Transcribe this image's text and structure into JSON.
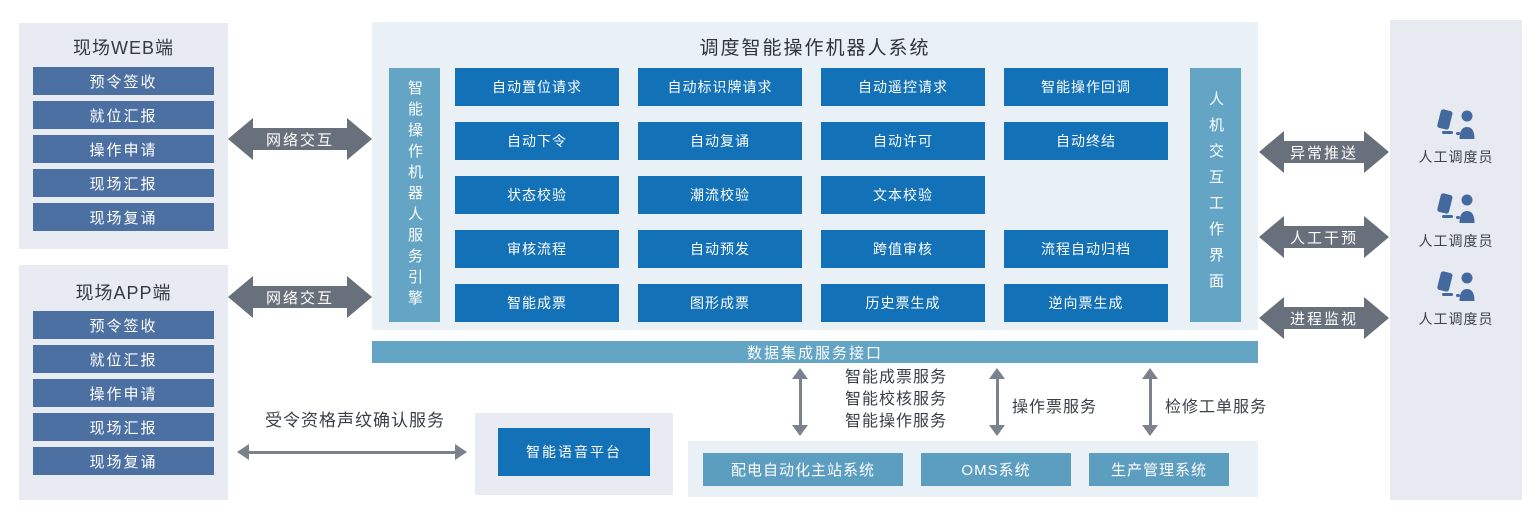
{
  "colors": {
    "primary_blue": "#1271b7",
    "light_blue_bar": "#64a4c5",
    "medium_blue_box": "#5c9ec0",
    "slate_blue_item": "#4d70a3",
    "arrow_gray": "#68707b",
    "panel_bg": "#e8ecf2",
    "main_panel_bg": "#e9f1f7",
    "dispatcher_icon_blue": "#44699e"
  },
  "web_panel": {
    "title": "现场WEB端",
    "items": [
      "预令签收",
      "就位汇报",
      "操作申请",
      "现场汇报",
      "现场复诵"
    ]
  },
  "app_panel": {
    "title": "现场APP端",
    "items": [
      "预令签收",
      "就位汇报",
      "操作申请",
      "现场汇报",
      "现场复诵"
    ]
  },
  "network_links": {
    "web": "网络交互",
    "app": "网络交互"
  },
  "main_system": {
    "title": "调度智能操作机器人系统",
    "left_bar": "智能操作机器人服务引擎",
    "right_bar": "人机交互工作界面",
    "rows": [
      [
        "自动置位请求",
        "自动标识牌请求",
        "自动遥控请求",
        "智能操作回调"
      ],
      [
        "自动下令",
        "自动复诵",
        "自动许可",
        "自动终结"
      ],
      [
        "状态校验",
        "潮流校验",
        "文本校验"
      ],
      [
        "审核流程",
        "自动预发",
        "跨值审核",
        "流程自动归档"
      ],
      [
        "智能成票",
        "图形成票",
        "历史票生成",
        "逆向票生成"
      ]
    ]
  },
  "data_bus": {
    "label": "数据集成服务接口"
  },
  "service_links": {
    "group1": [
      "智能成票服务",
      "智能校核服务",
      "智能操作服务"
    ],
    "group2": "操作票服务",
    "group3": "检修工单服务"
  },
  "downstream": {
    "systems": [
      "配电自动化主站系统",
      "OMS系统",
      "生产管理系统"
    ]
  },
  "voice": {
    "link_label": "受令资格声纹确认服务",
    "platform": "智能语音平台"
  },
  "dispatcher_links": {
    "push": "异常推送",
    "intervene": "人工干预",
    "monitor": "进程监视"
  },
  "dispatchers": {
    "label": "人工调度员"
  }
}
